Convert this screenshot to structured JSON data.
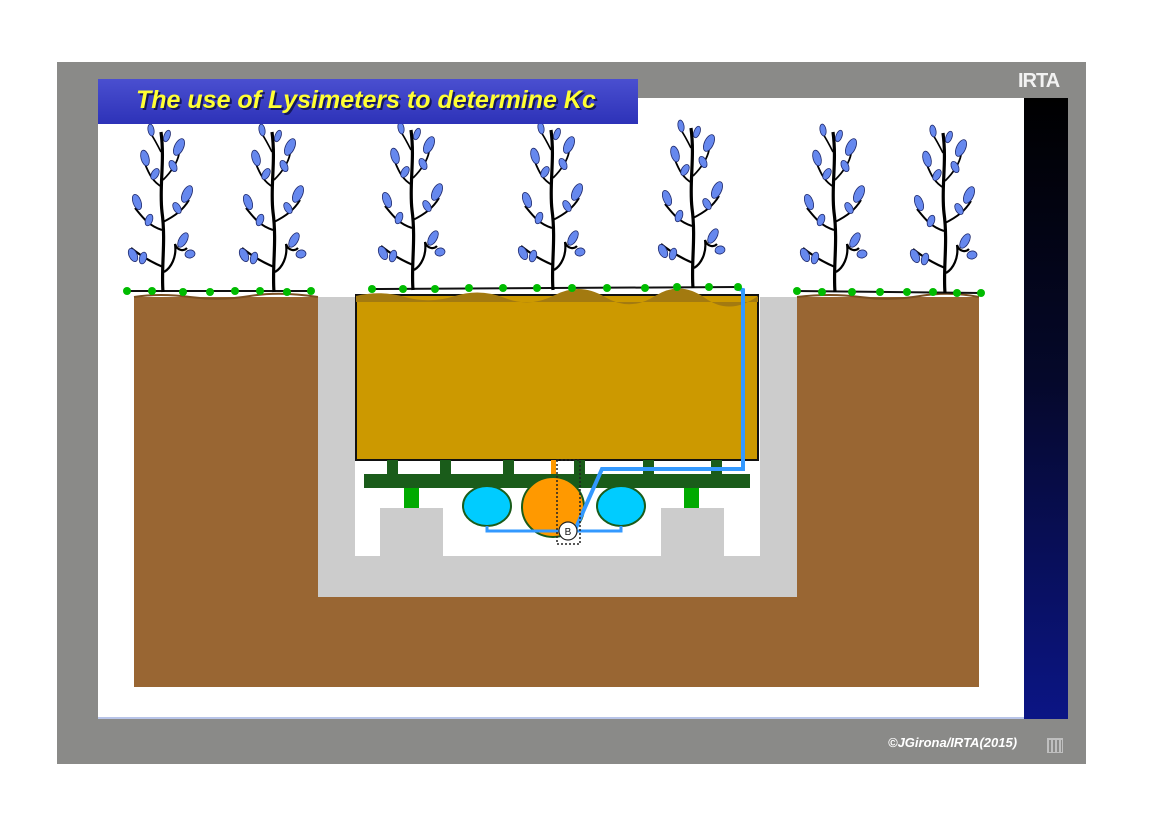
{
  "title": "The use of Lysimeters to determine Kc",
  "brand": "IRTA",
  "copyright": "©JGirona/IRTA(2015)",
  "balance_label": "B",
  "icons": {
    "corner": "building-icon"
  },
  "colors": {
    "frame": "#8a8a88",
    "slide": "#ffffff",
    "title_bg": "#3c41c4",
    "title_text": "#ffff33",
    "soil": "#996633",
    "concrete": "#cccccc",
    "lysimeter_soil": "#cc9900",
    "support_beam": "#1a5c1a",
    "support_post": "#00aa00",
    "load_cell": "#00ccff",
    "counterweight": "#ff9900",
    "drain_pipe": "#3399ff",
    "drip_line": "#00bb00",
    "leaves": "#6688ee"
  },
  "trees": {
    "count": 7
  }
}
